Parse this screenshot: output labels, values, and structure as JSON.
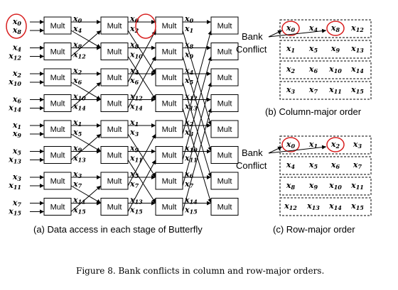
{
  "mult_label": "Mult",
  "stages": [
    {
      "inputs": [
        [
          "0",
          "8"
        ],
        [
          "4",
          "12"
        ],
        [
          "2",
          "10"
        ],
        [
          "6",
          "14"
        ],
        [
          "1",
          "9"
        ],
        [
          "5",
          "13"
        ],
        [
          "3",
          "11"
        ],
        [
          "7",
          "15"
        ]
      ],
      "outputs": [
        [
          "0",
          "4"
        ],
        [
          "8",
          "12"
        ],
        [
          "2",
          "6"
        ],
        [
          "10",
          "14"
        ],
        [
          "1",
          "5"
        ],
        [
          "9",
          "13"
        ],
        [
          "3",
          "7"
        ],
        [
          "11",
          "15"
        ]
      ],
      "highlight": [
        0,
        1
      ]
    },
    {
      "outputs": [
        [
          "0",
          "2"
        ],
        [
          "8",
          "10"
        ],
        [
          "4",
          "6"
        ],
        [
          "12",
          "14"
        ],
        [
          "1",
          "3"
        ],
        [
          "9",
          "11"
        ],
        [
          "5",
          "7"
        ],
        [
          "13",
          "15"
        ]
      ],
      "highlight": [
        0,
        1
      ]
    },
    {
      "outputs": [
        [
          "0",
          "1"
        ],
        [
          "8",
          "9"
        ],
        [
          "4",
          "5"
        ],
        [
          "12",
          "13"
        ],
        [
          "2",
          "3"
        ],
        [
          "10",
          "11"
        ],
        [
          "6",
          "7"
        ],
        [
          "14",
          "15"
        ]
      ],
      "highlight": []
    }
  ],
  "column_major": {
    "rows": [
      [
        "0",
        "4",
        "8",
        "12"
      ],
      [
        "1",
        "5",
        "9",
        "13"
      ],
      [
        "2",
        "6",
        "10",
        "14"
      ],
      [
        "3",
        "7",
        "11",
        "15"
      ]
    ],
    "highlight": [
      [
        0,
        0
      ],
      [
        0,
        2
      ]
    ],
    "annotation": [
      "Bank",
      "Conflict"
    ]
  },
  "row_major": {
    "rows": [
      [
        "0",
        "1",
        "2",
        "3"
      ],
      [
        "4",
        "5",
        "6",
        "7"
      ],
      [
        "8",
        "9",
        "10",
        "11"
      ],
      [
        "12",
        "13",
        "14",
        "15"
      ]
    ],
    "highlight": [
      [
        0,
        0
      ],
      [
        0,
        2
      ]
    ],
    "annotation": [
      "Bank",
      "Conflict"
    ]
  },
  "labels": {
    "a": "(a) Data access in each stage of Butterfly",
    "b": "(b) Column-major order",
    "c": "(c) Row-major order"
  },
  "caption": "Figure 8.   Bank conflicts in column and row-major orders."
}
